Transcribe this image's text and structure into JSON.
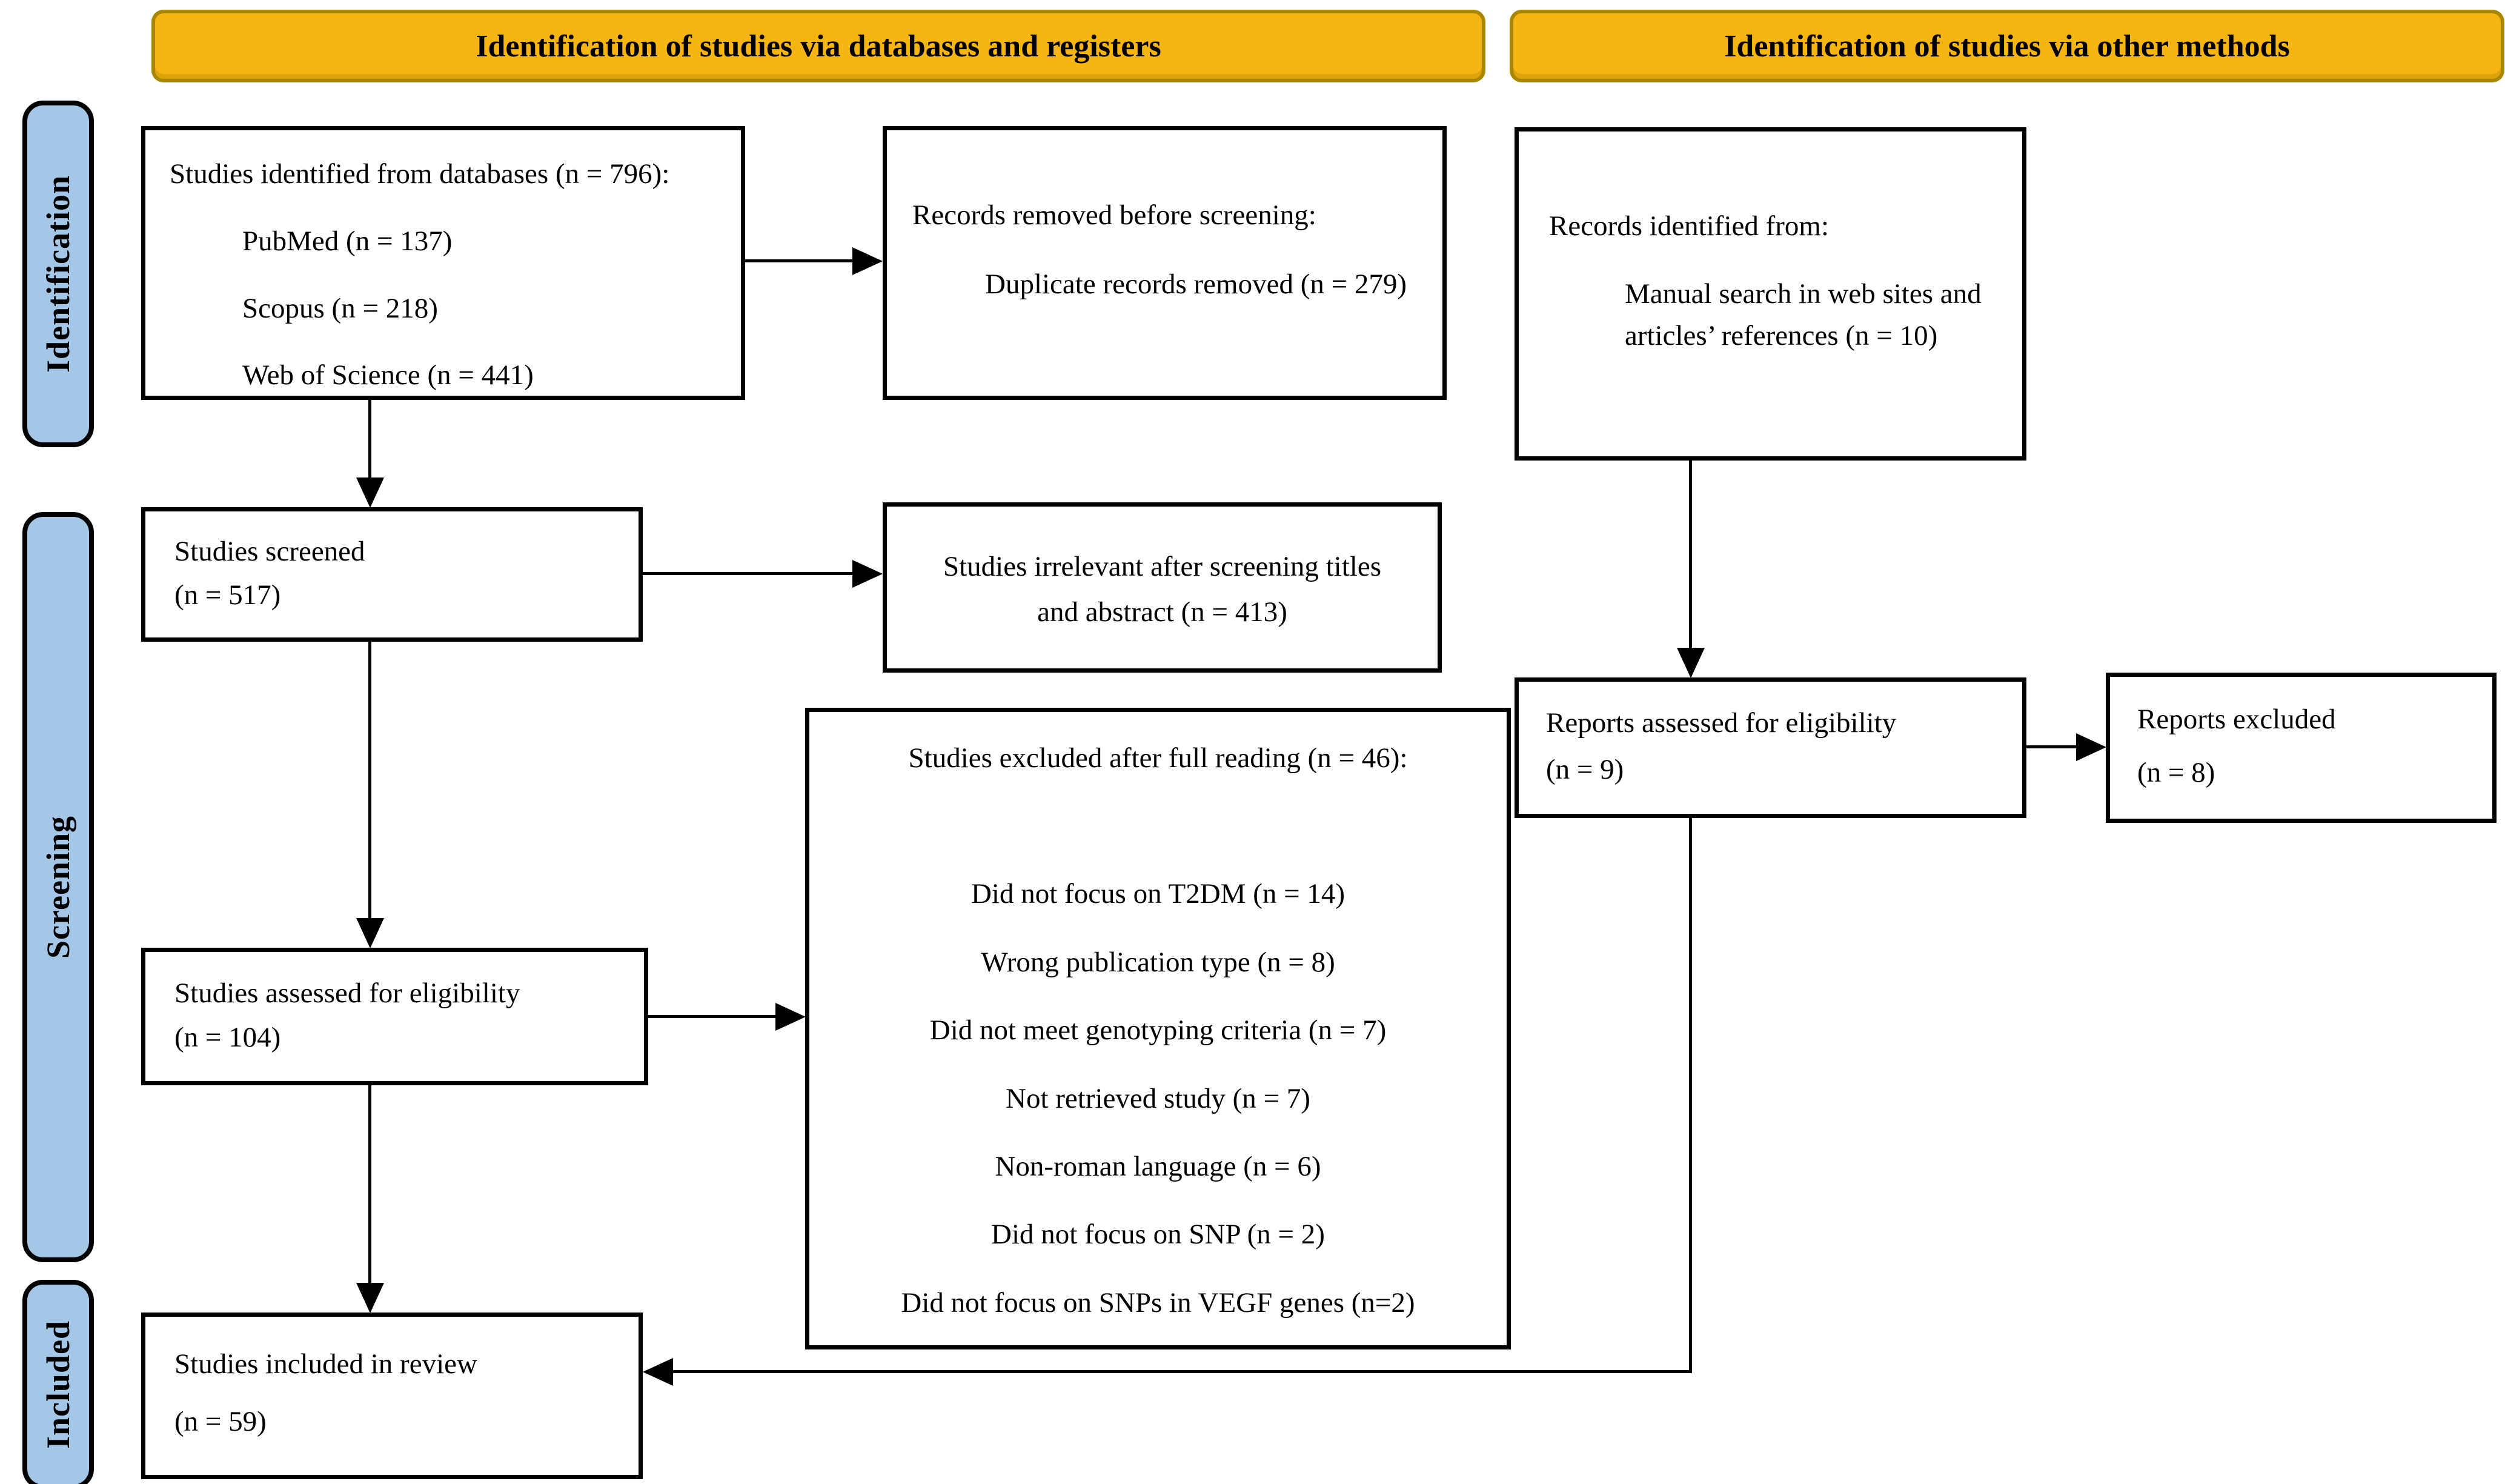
{
  "headers": {
    "databases": "Identification of studies via databases and registers",
    "other_methods": "Identification of studies via other methods"
  },
  "stages": {
    "identification": "Identification",
    "screening": "Screening",
    "included": "Included"
  },
  "boxes": {
    "identified": {
      "title": "Studies identified from databases (n = 796):",
      "items": [
        "PubMed (n = 137)",
        "Scopus (n = 218)",
        "Web of Science (n = 441)"
      ]
    },
    "removed_before_screening": {
      "title": "Records removed before screening:",
      "items": [
        "Duplicate records removed (n = 279)"
      ]
    },
    "other_identified": {
      "title": "Records identified from:",
      "items": [
        "Manual search in web sites and articles’ references (n = 10)"
      ]
    },
    "screened": {
      "title": "Studies screened",
      "count": "(n = 517)"
    },
    "irrelevant": {
      "line1": "Studies irrelevant after screening titles",
      "line2": "and abstract (n = 413)"
    },
    "assessed": {
      "title": "Studies assessed for eligibility",
      "count": "(n = 104)"
    },
    "excluded_full_reading": {
      "title": "Studies excluded after full reading (n = 46):",
      "items": [
        "Did not focus on T2DM (n = 14)",
        "Wrong publication type (n = 8)",
        "Did not meet genotyping criteria (n = 7)",
        "Not retrieved study (n = 7)",
        "Non-roman language (n = 6)",
        "Did not focus on SNP (n = 2)",
        "Did not focus on SNPs in VEGF genes (n=2)"
      ]
    },
    "reports_assessed": {
      "title": "Reports assessed for eligibility",
      "count": "(n = 9)"
    },
    "reports_excluded": {
      "title": "Reports excluded",
      "count": "(n = 8)"
    },
    "included_review": {
      "title": "Studies included in review",
      "count": "(n = 59)"
    }
  },
  "colors": {
    "header_fill": "#F7B512",
    "header_border": "#A98600",
    "stage_fill": "#A4C7E8"
  }
}
